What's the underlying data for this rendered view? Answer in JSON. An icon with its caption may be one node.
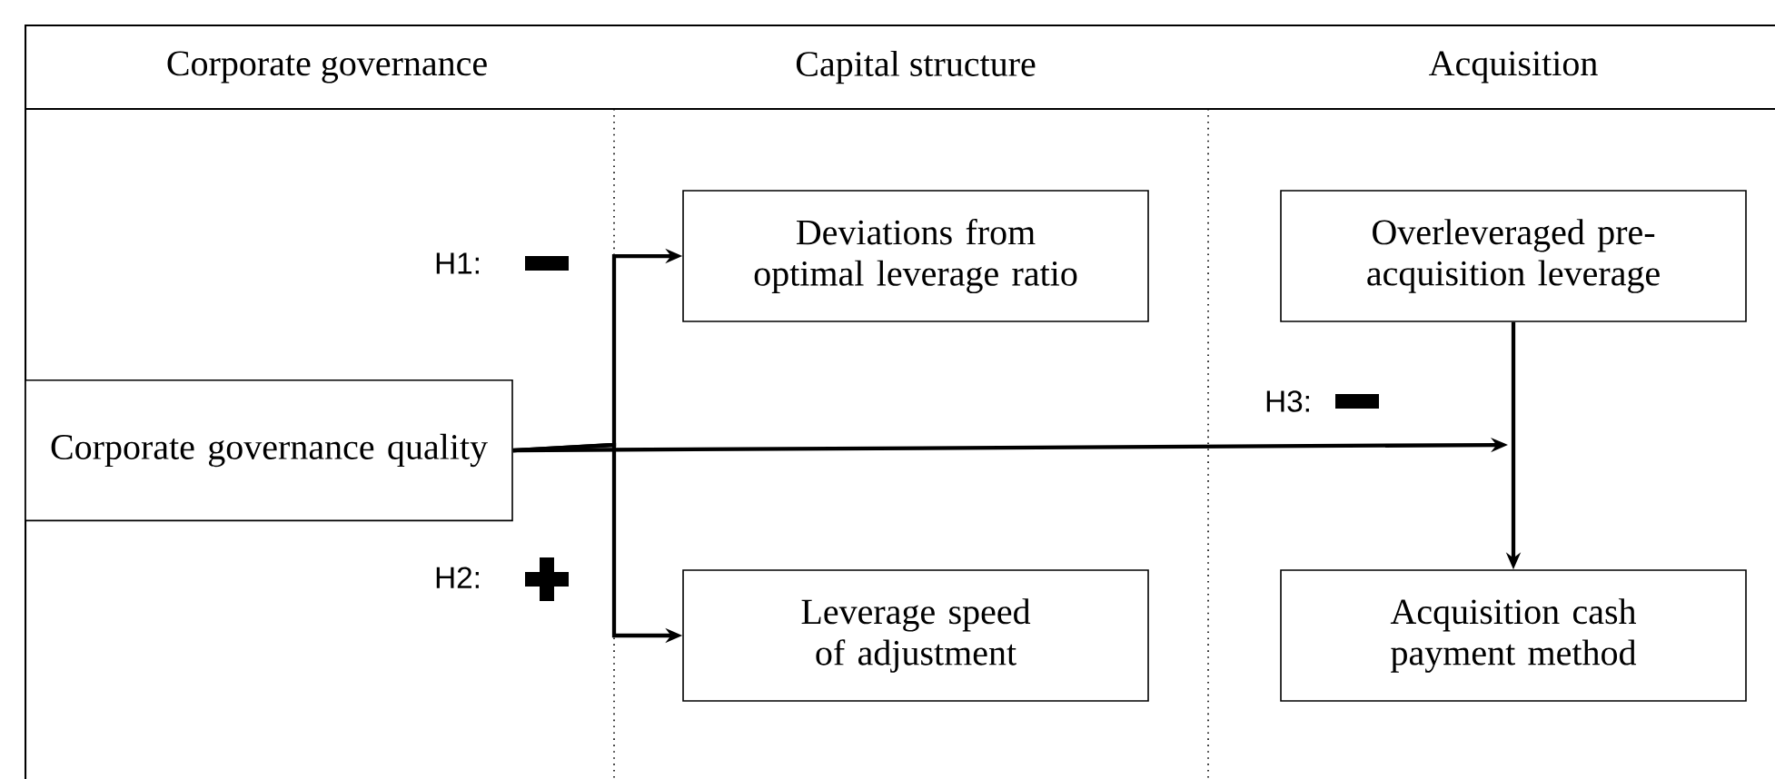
{
  "diagram": {
    "nodes": [
      {
        "text": [
          "Corporate governance quality"
        ]
      },
      {
        "text": [
          "Deviations from optimal leverage ratio"
        ]
      },
      {
        "text": [
          "Leverage speed of adjustment"
        ]
      },
      {
        "text": [
          "Overleveraged pre-acquisition leverage"
        ]
      },
      {
        "text": [
          "Acquisition cash payment method"
        ]
      }
    ],
    "edges": [
      {
        "from": 0,
        "to": 1,
        "arrow": "to"
      },
      {
        "from": 0,
        "to": 2,
        "arrow": "to"
      },
      {
        "from": 0,
        "to": null,
        "arrow": "to"
      },
      {
        "from": 3,
        "to": 4,
        "arrow": "to"
      }
    ],
    "labels": [
      "Corporate governance",
      "Capital structure",
      "Acquisition",
      "H1:",
      "H3:",
      "H2:"
    ]
  }
}
